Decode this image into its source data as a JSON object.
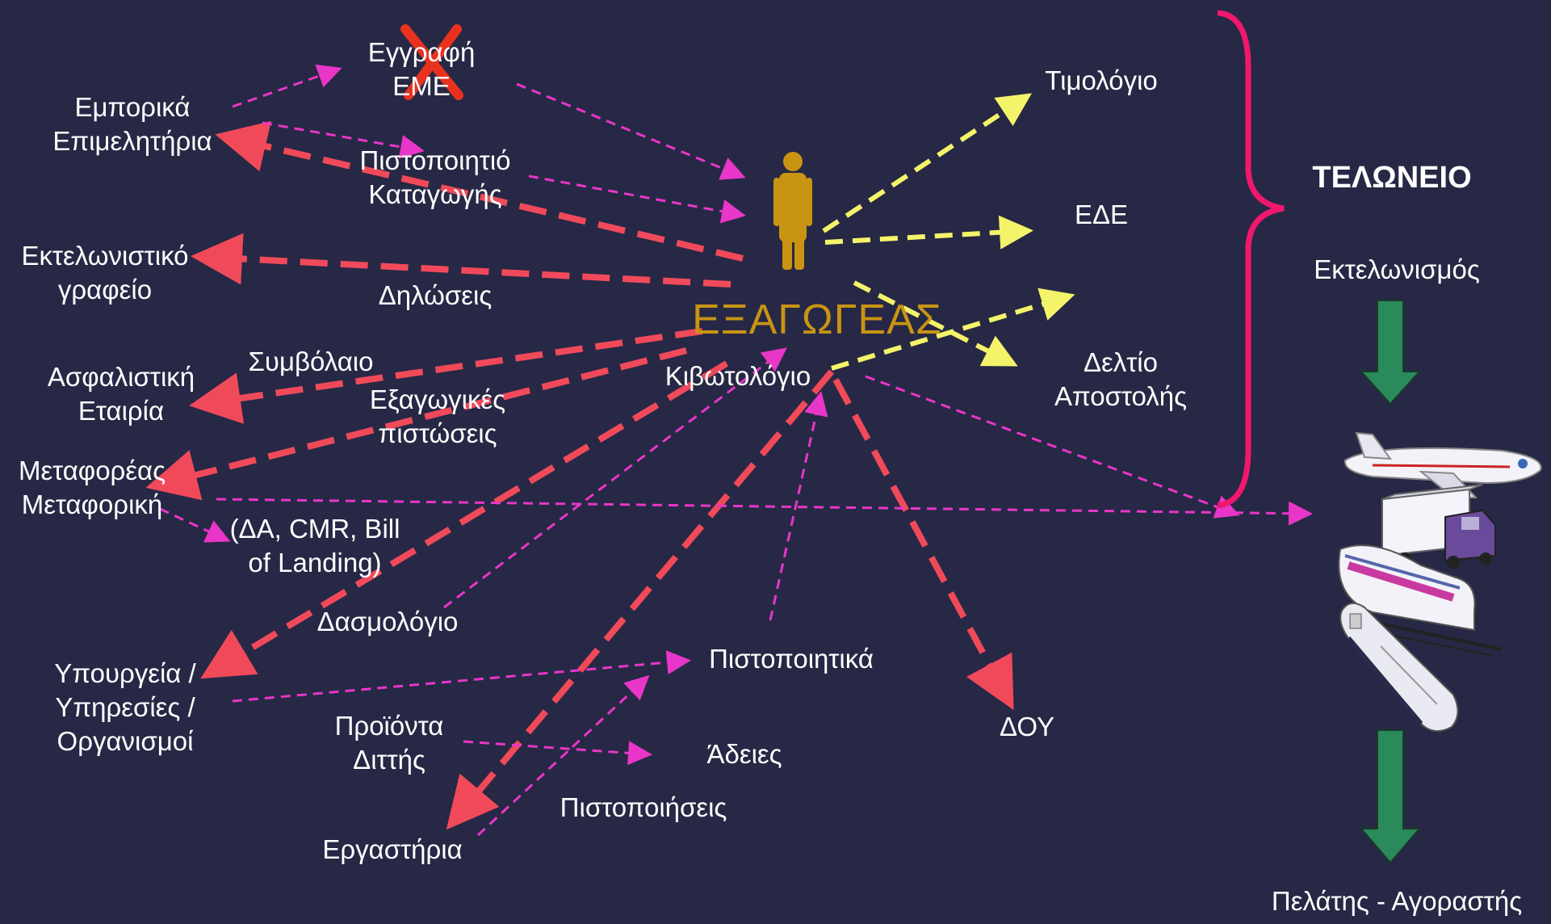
{
  "center": {
    "label": "ΕΞΑΓΩΓΕΑΣ"
  },
  "left_nodes": {
    "chambers": [
      "Εμπορικά",
      "Επιμελητήρια"
    ],
    "customs_office": [
      "Εκτελωνιστικό",
      "γραφείο"
    ],
    "insurance": [
      "Ασφαλιστική",
      "Εταιρία"
    ],
    "carrier": [
      "Μεταφορέας",
      "Μεταφορική"
    ],
    "ministries": [
      "Υπουργεία /",
      "Υπηρεσίες /",
      "Οργανισμοί"
    ],
    "labs": "Εργαστήρια"
  },
  "middle_labels": {
    "registration": [
      "Εγγραφή",
      "ΕΜΕ"
    ],
    "certificate_origin": [
      "Πιστοποιητιό",
      "Καταγωγής"
    ],
    "declarations": "Δηλώσεις",
    "contract": "Συμβόλαιο",
    "export_credits": [
      "Εξαγωγικές",
      "πιστώσεις"
    ],
    "packing_list": "Κιβωτολόγιο",
    "transport_docs": [
      "(ΔΑ, CMR, Bill",
      "of Landing)"
    ],
    "tariff": "Δασμολόγιο",
    "certificates": "Πιστοποιητικά",
    "dual_products": [
      "Προϊόντα",
      "Διττής"
    ],
    "licenses": "Άδειες",
    "certifications": "Πιστοποιήσεις",
    "tax_office": "ΔΟΥ"
  },
  "right_docs": {
    "invoice": "Τιμολόγιο",
    "ede": "ΕΔΕ",
    "delivery_note": [
      "Δελτίο",
      "Αποστολής"
    ]
  },
  "customs": {
    "title": "ΤΕΛΩΝΕΙΟ",
    "clearance": "Εκτελωνισμός",
    "customer": "Πελάτης - Αγοραστής"
  },
  "colors": {
    "background": "#272845",
    "exporter": "#c89412",
    "red_arrow": "#f04a5a",
    "magenta_arrow": "#e836c8",
    "yellow_arrow": "#f4f46a",
    "brace": "#f0186c",
    "green_arrow": "#2a8a5c",
    "cross": "#e8321e"
  },
  "icons": [
    "person-icon",
    "airplane-icon",
    "truck-icon",
    "train-icon",
    "ship-icon",
    "cross-icon"
  ]
}
